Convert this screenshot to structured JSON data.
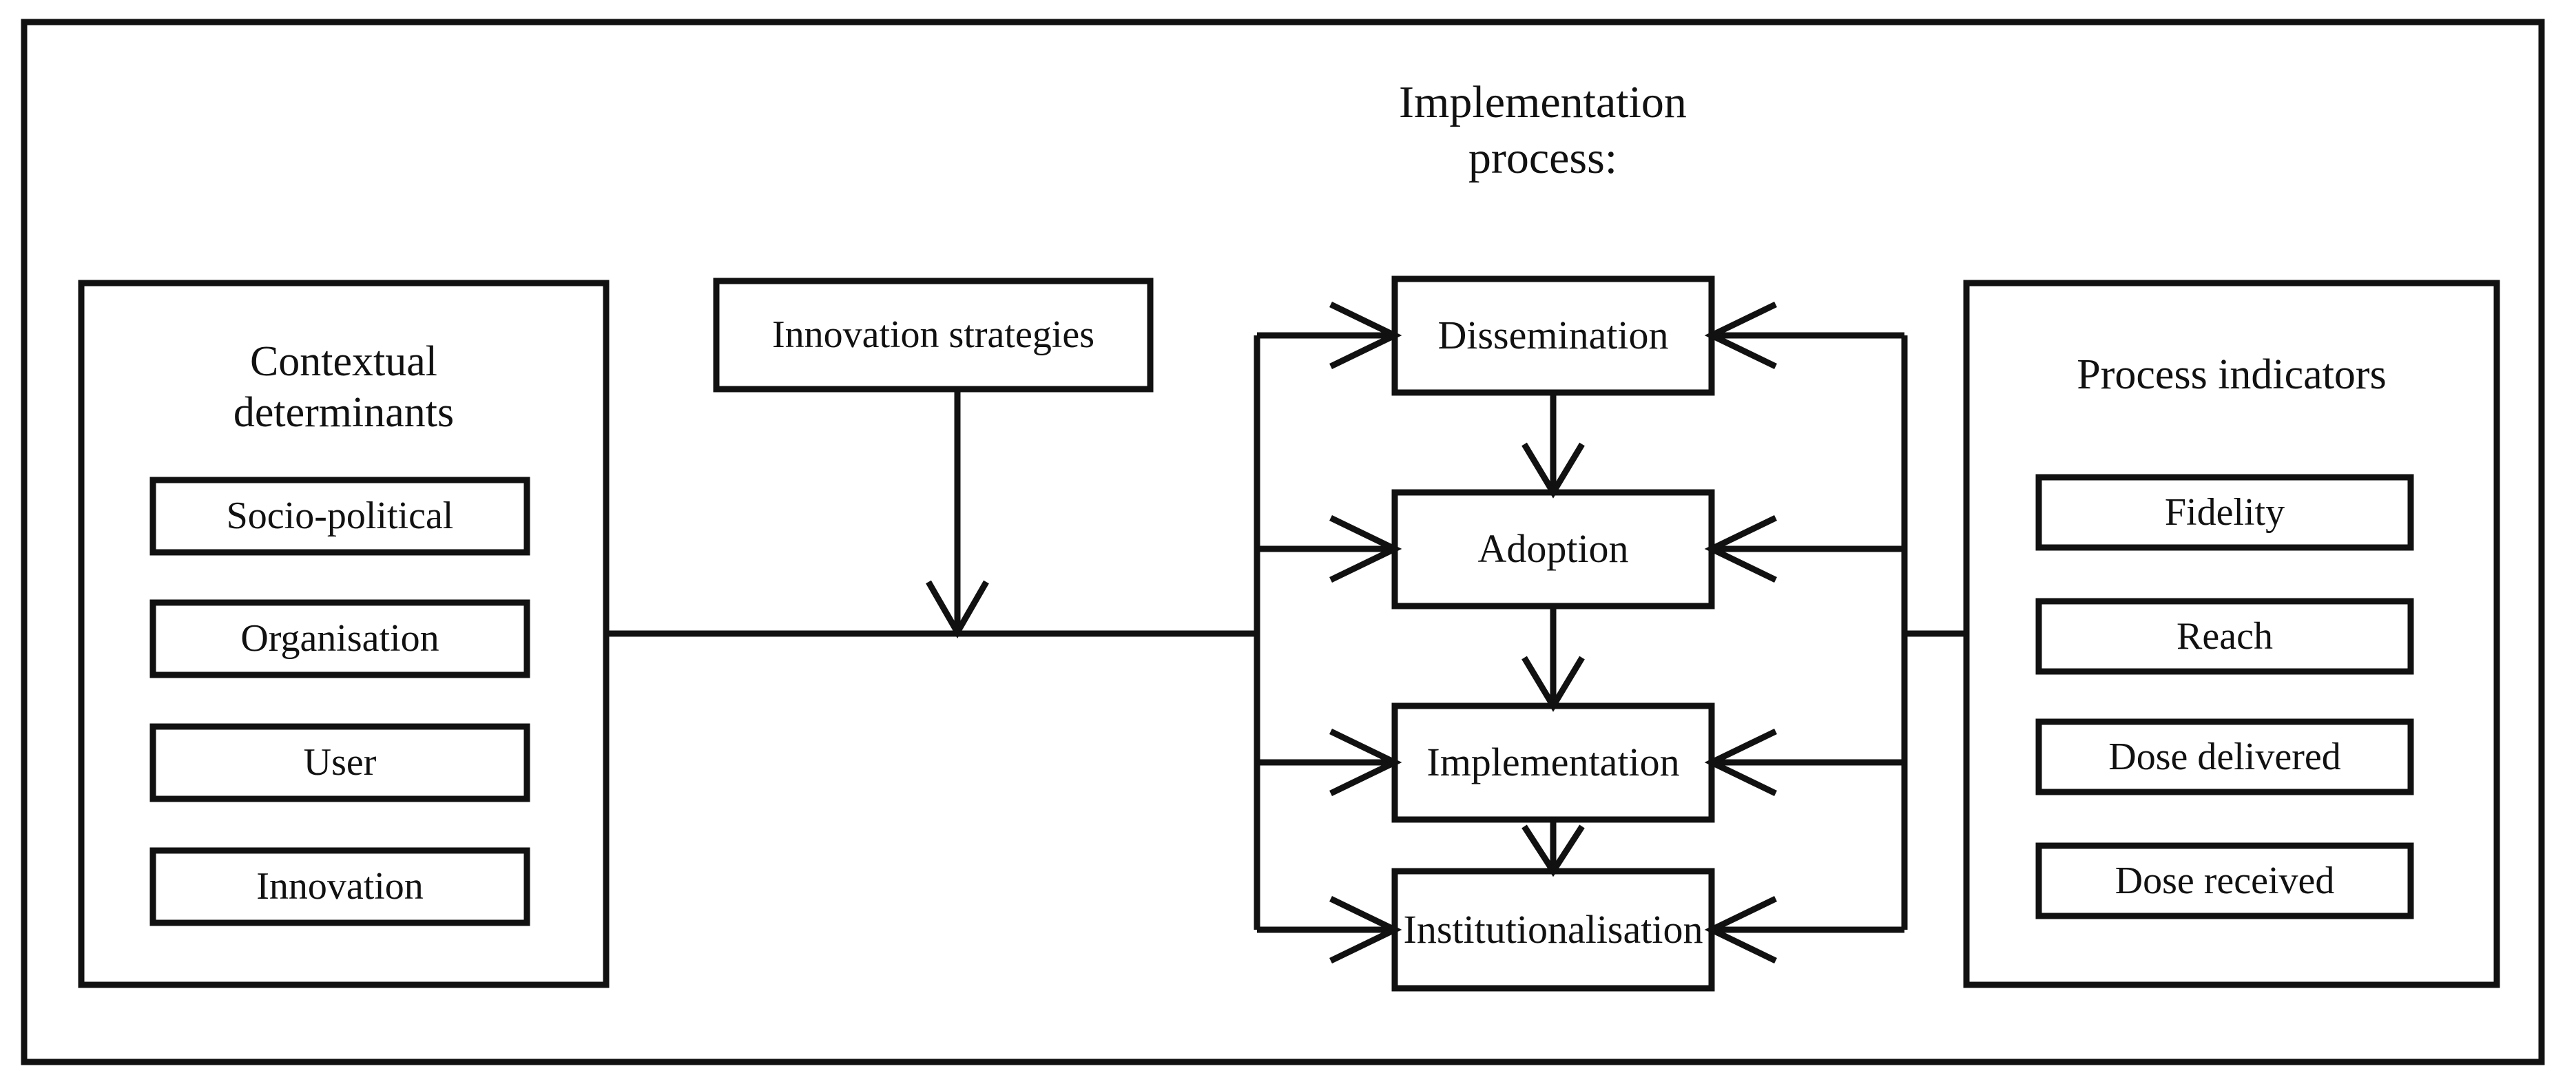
{
  "diagram": {
    "title": "Implementation\nprocess:",
    "title_line1": "Implementation",
    "title_line2": "process:",
    "stroke_color": "#111111",
    "background_color": "#ffffff",
    "frame_label": "diagram-outer-frame"
  },
  "left_panel": {
    "heading": "Contextual\ndeterminants",
    "heading_line1": "Contextual",
    "heading_line2": "determinants",
    "items": [
      {
        "label": "Socio-political"
      },
      {
        "label": "Organisation"
      },
      {
        "label": "User"
      },
      {
        "label": "Innovation"
      }
    ]
  },
  "strategies_box": {
    "label": "Innovation strategies"
  },
  "process_chain": {
    "steps": [
      {
        "label": "Dissemination"
      },
      {
        "label": "Adoption"
      },
      {
        "label": "Implementation"
      },
      {
        "label": "Institutionalisation"
      }
    ]
  },
  "right_panel": {
    "heading": "Process indicators",
    "items": [
      {
        "label": "Fidelity"
      },
      {
        "label": "Reach"
      },
      {
        "label": "Dose delivered"
      },
      {
        "label": "Dose received"
      }
    ]
  },
  "connectors": {
    "strategies_to_bus": "vertical arrow from Innovation strategies down to the horizontal trunk line",
    "left_panel_to_chain": "horizontal line from Contextual determinants to left vertical bus feeding all four process steps",
    "right_panel_to_chain": "horizontal line from Process indicators to right vertical bus feeding all four process steps",
    "chain_flow": "Dissemination to Adoption to Implementation to Institutionalisation"
  }
}
